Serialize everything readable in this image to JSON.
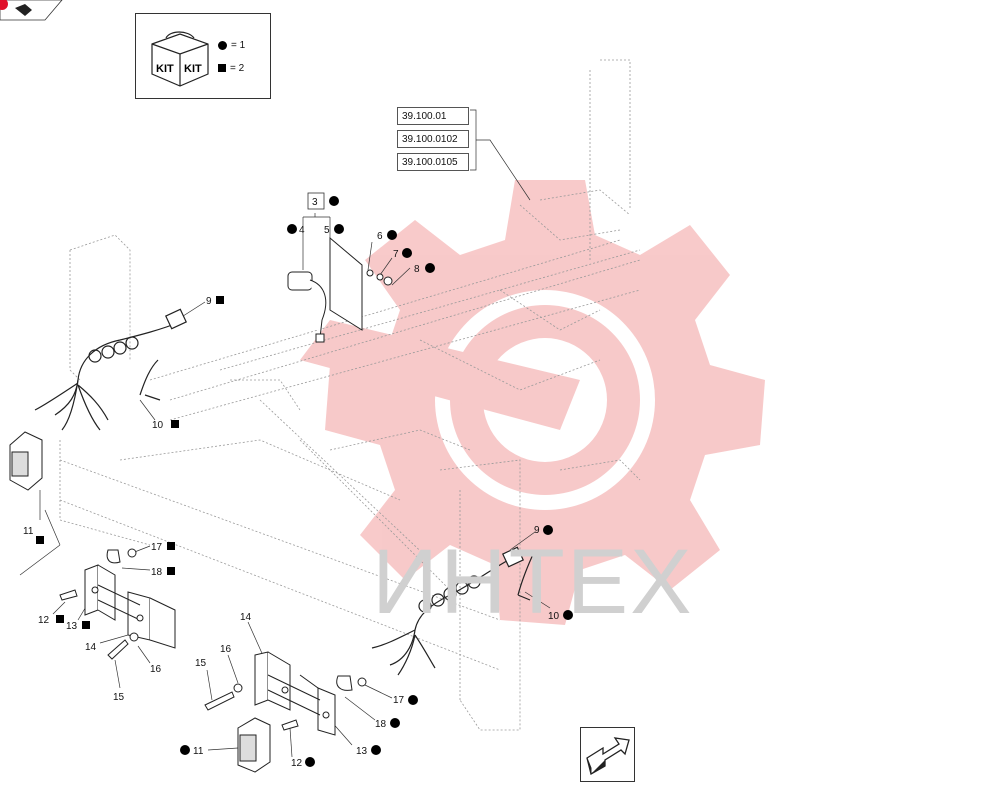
{
  "legend": {
    "kit_word_left": "KIT",
    "kit_word_right": "KIT",
    "dot_text": "= 1",
    "square_text": "= 2"
  },
  "reference_boxes": [
    "39.100.01",
    "39.100.0102",
    "39.100.0105"
  ],
  "watermark": {
    "text": "ИНТЕХ",
    "color": "#e8211f"
  },
  "callouts": {
    "c3": "3",
    "c4": "4",
    "c5": "5",
    "c6": "6",
    "c7": "7",
    "c8": "8",
    "c9a": "9",
    "c10a": "10",
    "c11a": "11",
    "c17a": "17",
    "c18a": "18",
    "c12a": "12",
    "c13a": "13",
    "c14a": "14",
    "c16a": "16",
    "c15a": "15",
    "c9b": "9",
    "c10b": "10",
    "c14b": "14",
    "c16b": "16",
    "c15b": "15",
    "c17b": "17",
    "c18b": "18",
    "c13b": "13",
    "c11b": "11",
    "c12b": "12"
  },
  "icons": {
    "nav": "next-page-arrow-icon",
    "top_left": "page-tab-icon"
  }
}
